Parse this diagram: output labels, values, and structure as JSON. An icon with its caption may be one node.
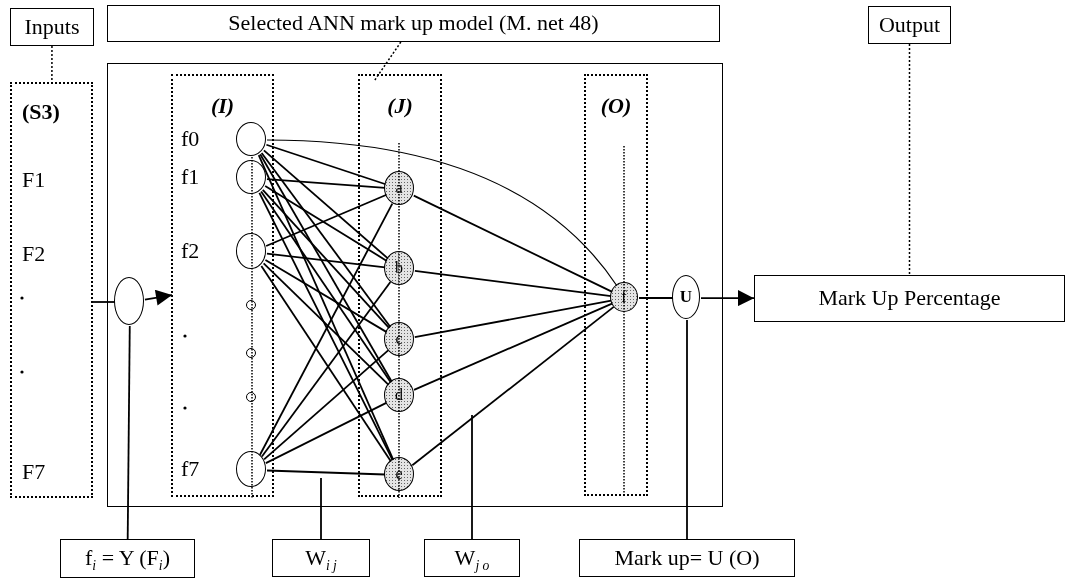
{
  "diagram": {
    "nodes": [
      {
        "text": [
          "Inputs"
        ]
      },
      {
        "text": [
          "Selected ANN mark up model (M. net 48)"
        ]
      },
      {
        "text": [
          "Output"
        ]
      },
      {
        "text": [
          "(S3)",
          "F1",
          "F2",
          "F7"
        ]
      },
      {
        "text": [],
        "shape": "box"
      },
      {
        "text": [],
        "shape": "circle",
        "in": 4
      },
      {
        "text": [
          "(I)"
        ],
        "in": 4
      },
      {
        "text": [],
        "shape": "circle",
        "in": 6,
        "beside": [
          "f0"
        ]
      },
      {
        "text": [],
        "shape": "circle",
        "in": 6,
        "beside": [
          "f1"
        ]
      },
      {
        "text": [],
        "shape": "circle",
        "in": 6,
        "beside": [
          "f2"
        ]
      },
      {
        "text": [],
        "shape": "circle",
        "in": 6
      },
      {
        "text": [],
        "shape": "circle",
        "in": 6
      },
      {
        "text": [],
        "shape": "circle",
        "in": 6
      },
      {
        "text": [],
        "shape": "circle",
        "in": 6,
        "beside": [
          "f7"
        ]
      },
      {
        "text": [
          "(J)"
        ],
        "in": 4
      },
      {
        "text": [
          "a"
        ],
        "in": 14
      },
      {
        "text": [
          "b"
        ],
        "in": 14
      },
      {
        "text": [
          "c"
        ],
        "in": 14
      },
      {
        "text": [
          "d"
        ],
        "in": 14
      },
      {
        "text": [
          "e"
        ],
        "in": 14
      },
      {
        "text": [
          "(O)"
        ],
        "in": 4
      },
      {
        "text": [
          "f"
        ],
        "in": 20
      },
      {
        "text": [
          "U"
        ],
        "in": 4
      },
      {
        "text": [
          "Mark Up Percentage"
        ]
      },
      {
        "text": [
          "f$_{i}$ = Y (F$_{i}$)"
        ]
      },
      {
        "text": [
          "W$_{i j}$"
        ]
      },
      {
        "text": [
          "W$_{j o}$"
        ]
      },
      {
        "text": [
          "Mark up= U (O)"
        ]
      }
    ],
    "edges": [
      {
        "from": 0,
        "to": 3,
        "arrow": "none",
        "style": "dashed"
      },
      {
        "from": 1,
        "to": 4,
        "arrow": "none",
        "style": "dashed"
      },
      {
        "from": 2,
        "to": 23,
        "arrow": "none",
        "style": "dashed"
      },
      {
        "from": 3,
        "to": 5,
        "arrow": "none"
      },
      {
        "from": 5,
        "to": 6,
        "arrow": "to"
      },
      {
        "from": 7,
        "to": 15,
        "arrow": "none"
      },
      {
        "from": 7,
        "to": 16,
        "arrow": "none"
      },
      {
        "from": 7,
        "to": 17,
        "arrow": "none"
      },
      {
        "from": 7,
        "to": 18,
        "arrow": "none"
      },
      {
        "from": 7,
        "to": 19,
        "arrow": "none"
      },
      {
        "from": 8,
        "to": 15,
        "arrow": "none"
      },
      {
        "from": 8,
        "to": 16,
        "arrow": "none"
      },
      {
        "from": 8,
        "to": 17,
        "arrow": "none"
      },
      {
        "from": 8,
        "to": 18,
        "arrow": "none"
      },
      {
        "from": 8,
        "to": 19,
        "arrow": "none"
      },
      {
        "from": 9,
        "to": 15,
        "arrow": "none"
      },
      {
        "from": 9,
        "to": 16,
        "arrow": "none"
      },
      {
        "from": 9,
        "to": 17,
        "arrow": "none"
      },
      {
        "from": 9,
        "to": 18,
        "arrow": "none"
      },
      {
        "from": 9,
        "to": 19,
        "arrow": "none"
      },
      {
        "from": 13,
        "to": 15,
        "arrow": "none"
      },
      {
        "from": 13,
        "to": 16,
        "arrow": "none"
      },
      {
        "from": 13,
        "to": 17,
        "arrow": "none"
      },
      {
        "from": 13,
        "to": 18,
        "arrow": "none"
      },
      {
        "from": 13,
        "to": 19,
        "arrow": "none"
      },
      {
        "from": 7,
        "to": 21,
        "arrow": "none"
      },
      {
        "from": 15,
        "to": 21,
        "arrow": "none"
      },
      {
        "from": 16,
        "to": 21,
        "arrow": "none"
      },
      {
        "from": 17,
        "to": 21,
        "arrow": "none"
      },
      {
        "from": 18,
        "to": 21,
        "arrow": "none"
      },
      {
        "from": 19,
        "to": 21,
        "arrow": "none"
      },
      {
        "from": 21,
        "to": 22,
        "arrow": "none"
      },
      {
        "from": 22,
        "to": 23,
        "arrow": "to"
      },
      {
        "from": 24,
        "to": 5,
        "arrow": "none"
      },
      {
        "from": 25,
        "to": null,
        "arrow": "none"
      },
      {
        "from": 26,
        "to": null,
        "arrow": "none"
      },
      {
        "from": 27,
        "to": 22,
        "arrow": "none"
      }
    ]
  }
}
